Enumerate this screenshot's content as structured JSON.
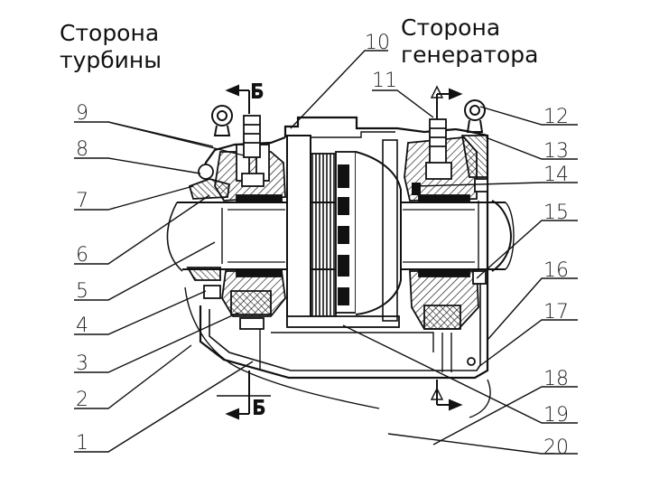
{
  "headings": {
    "turbine_side": "Сторона\nтурбины",
    "generator_side": "Сторона\nгенератора"
  },
  "section_label": "Б",
  "callouts": {
    "c1": "1",
    "c2": "2",
    "c3": "3",
    "c4": "4",
    "c5": "5",
    "c6": "6",
    "c7": "7",
    "c8": "8",
    "c9": "9",
    "c10": "10",
    "c11": "11",
    "c12": "12",
    "c13": "13",
    "c14": "14",
    "c15": "15",
    "c16": "16",
    "c17": "17",
    "c18": "18",
    "c19": "19",
    "c20": "20"
  },
  "colors": {
    "ink": "#111111",
    "paper": "#ffffff"
  }
}
